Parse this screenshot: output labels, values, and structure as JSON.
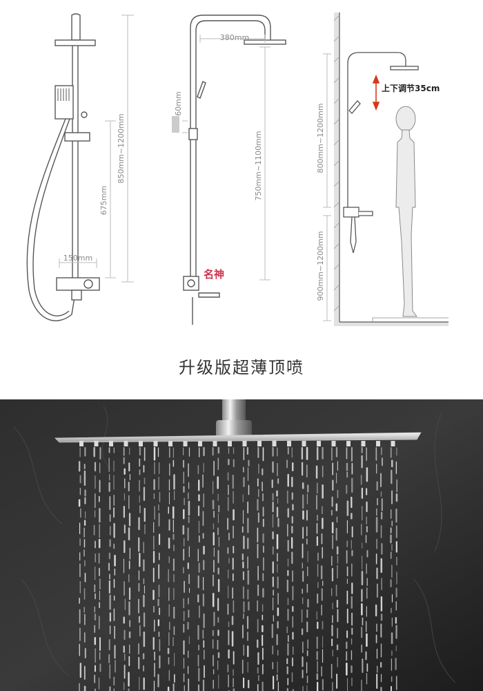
{
  "diagram": {
    "dim_850_1200": "850mm~1200mm",
    "dim_675": "675mm",
    "dim_150": "150mm",
    "dim_380": "380mm",
    "dim_60": "60mm",
    "dim_750_1100": "750mm~1100mm",
    "watermark": "名神",
    "dim_800_1200": "800mm~1200mm",
    "dim_900_1200": "900mm~1200mm",
    "adjust_label": "上下调节35cm"
  },
  "caption": "升级版超薄顶喷",
  "colors": {
    "line": "#555555",
    "dim_line": "#bbbbbb",
    "dim_text": "#888888",
    "accent_red": "#d43a1a",
    "photo_bg": "#2b2b2b"
  }
}
